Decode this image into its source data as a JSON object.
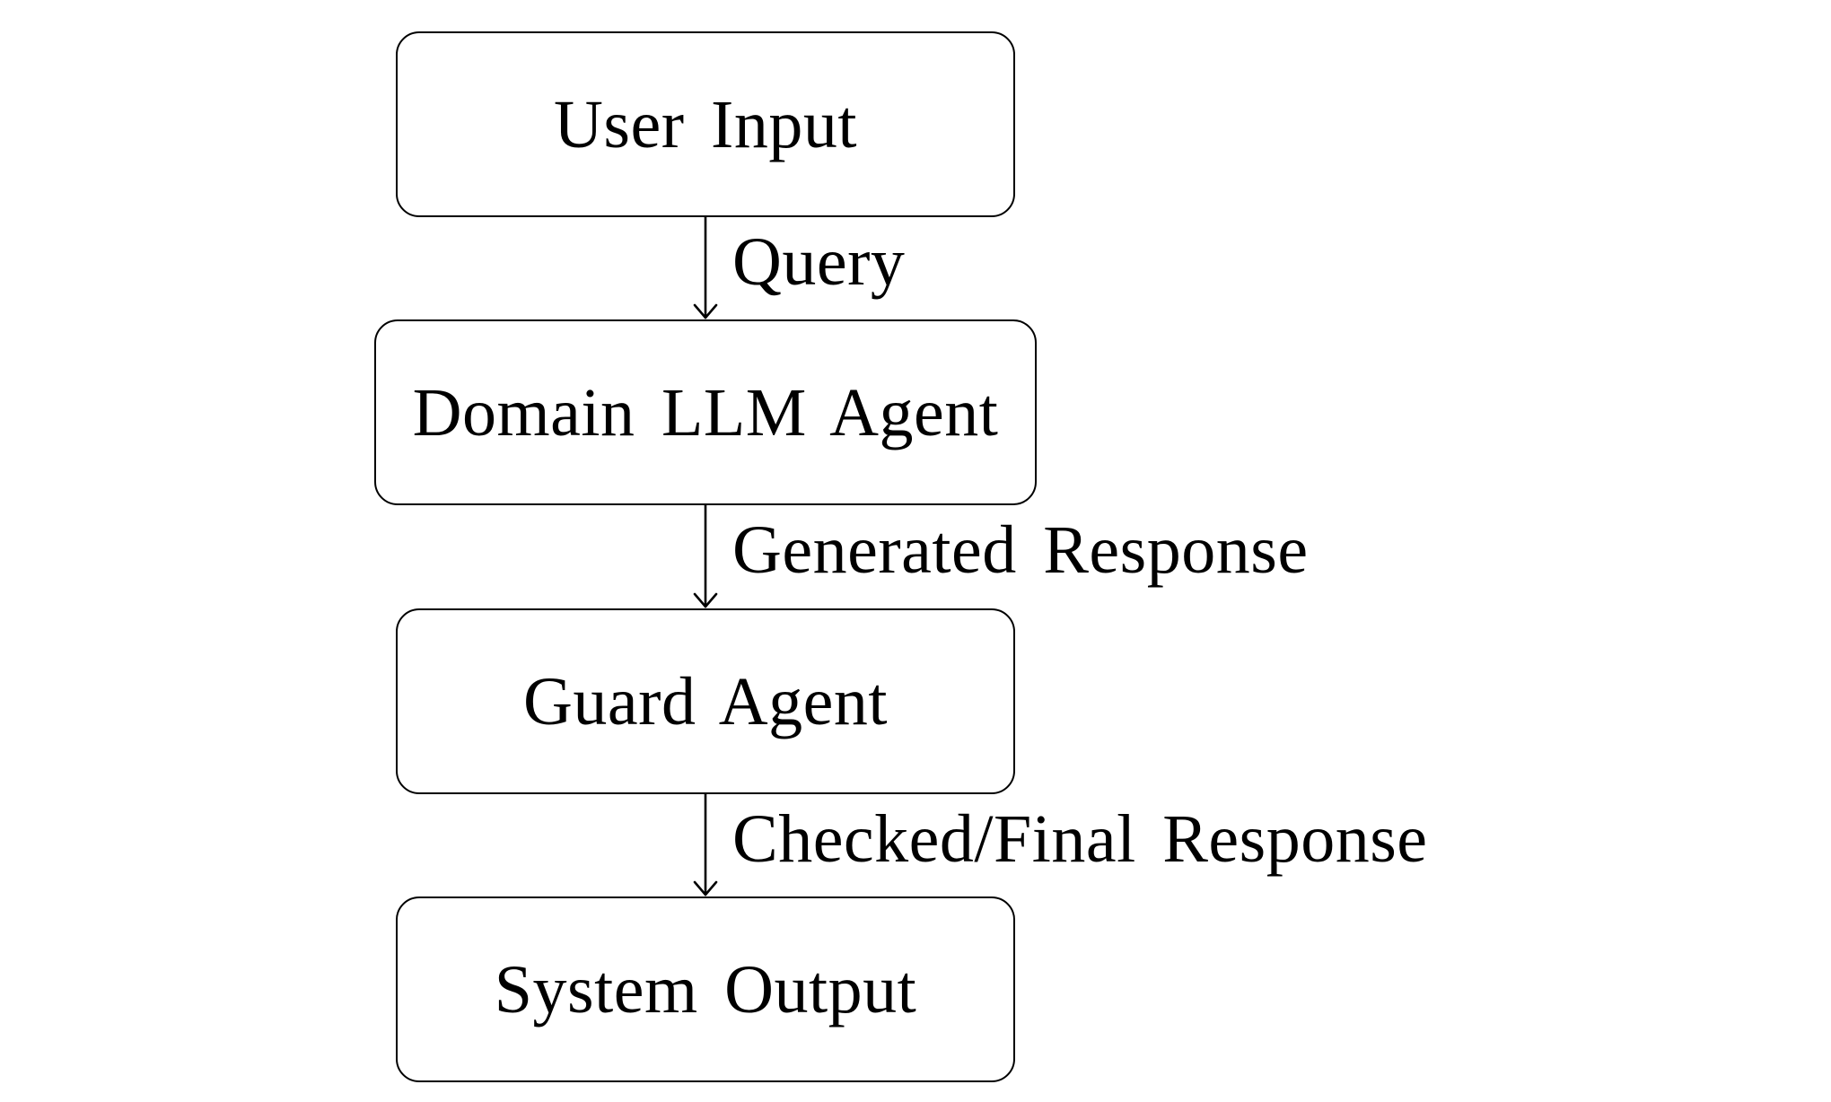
{
  "nodes": {
    "user_input": "User Input",
    "domain_llm_agent": "Domain LLM Agent",
    "guard_agent": "Guard Agent",
    "system_output": "System Output"
  },
  "edges": {
    "query": "Query",
    "generated_response": "Generated Response",
    "checked_final_response": "Checked/Final Response"
  },
  "colors": {
    "stroke": "#000000",
    "background": "#ffffff"
  }
}
